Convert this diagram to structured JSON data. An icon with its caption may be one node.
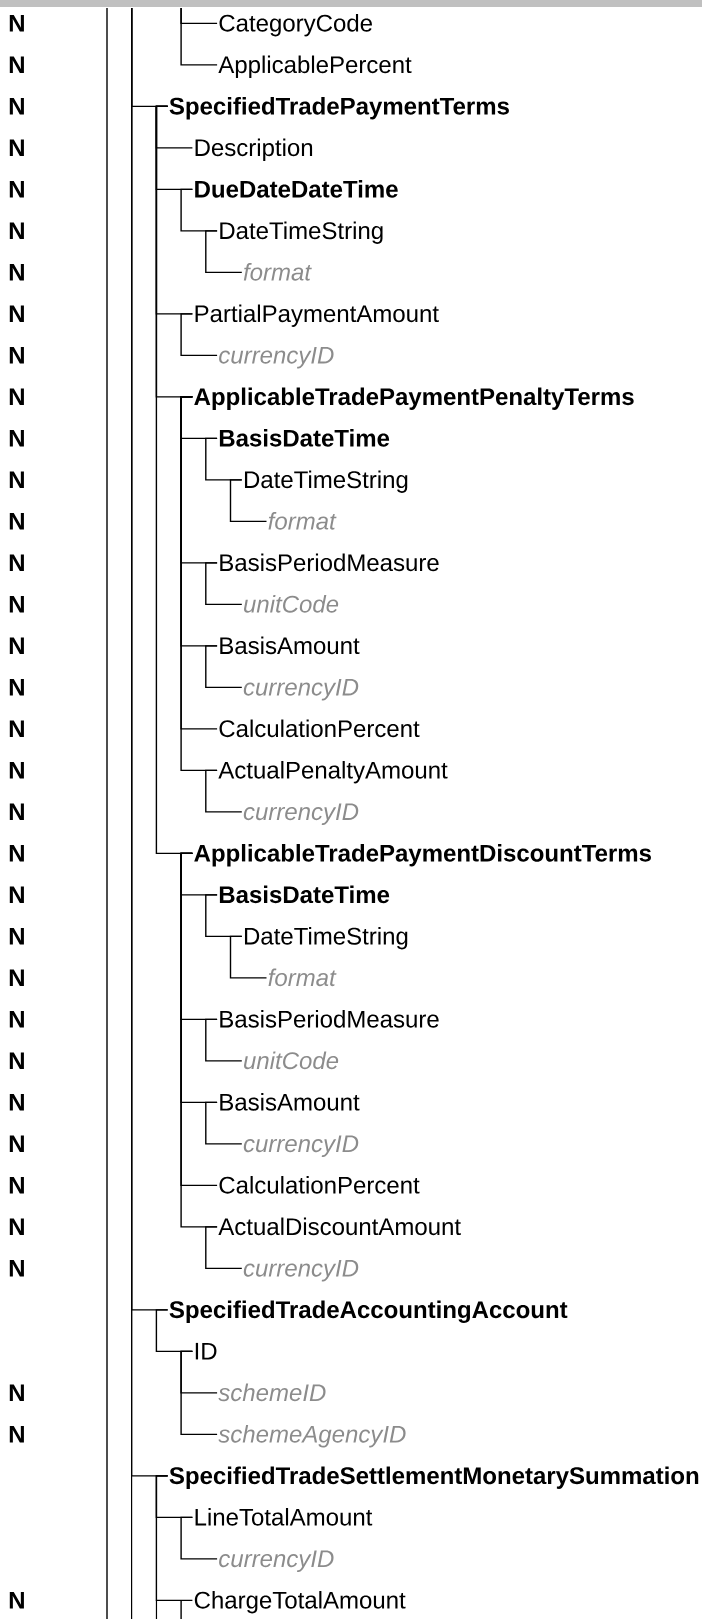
{
  "diagram": {
    "nodes": [
      {
        "text": [
          "CategoryCode"
        ]
      },
      {
        "text": [
          "ApplicablePercent"
        ]
      },
      {
        "text": [
          "SpecifiedTradePaymentTerms"
        ]
      },
      {
        "text": [
          "Description"
        ]
      },
      {
        "text": [
          "DueDateDateTime"
        ]
      },
      {
        "text": [
          "DateTimeString"
        ]
      },
      {
        "text": [
          "format"
        ]
      },
      {
        "text": [
          "PartialPaymentAmount"
        ]
      },
      {
        "text": [
          "currencyID"
        ]
      },
      {
        "text": [
          "ApplicableTradePaymentPenaltyTerms"
        ]
      },
      {
        "text": [
          "BasisDateTime"
        ]
      },
      {
        "text": [
          "DateTimeString"
        ]
      },
      {
        "text": [
          "format"
        ]
      },
      {
        "text": [
          "BasisPeriodMeasure"
        ]
      },
      {
        "text": [
          "unitCode"
        ]
      },
      {
        "text": [
          "BasisAmount"
        ]
      },
      {
        "text": [
          "currencyID"
        ]
      },
      {
        "text": [
          "CalculationPercent"
        ]
      },
      {
        "text": [
          "ActualPenaltyAmount"
        ]
      },
      {
        "text": [
          "currencyID"
        ]
      },
      {
        "text": [
          "ApplicableTradePaymentDiscountTerms"
        ]
      },
      {
        "text": [
          "BasisDateTime"
        ]
      },
      {
        "text": [
          "DateTimeString"
        ]
      },
      {
        "text": [
          "format"
        ]
      },
      {
        "text": [
          "BasisPeriodMeasure"
        ]
      },
      {
        "text": [
          "unitCode"
        ]
      },
      {
        "text": [
          "BasisAmount"
        ]
      },
      {
        "text": [
          "currencyID"
        ]
      },
      {
        "text": [
          "CalculationPercent"
        ]
      },
      {
        "text": [
          "ActualDiscountAmount"
        ]
      },
      {
        "text": [
          "currencyID"
        ]
      },
      {
        "text": [
          "SpecifiedTradeAccountingAccount"
        ]
      },
      {
        "text": [
          "ID"
        ]
      },
      {
        "text": [
          "schemeID"
        ]
      },
      {
        "text": [
          "schemeAgencyID"
        ]
      },
      {
        "text": [
          "SpecifiedTradeSettlementMonetarySummation"
        ]
      },
      {
        "text": [
          "LineTotalAmount"
        ]
      },
      {
        "text": [
          "currencyID"
        ]
      },
      {
        "text": [
          "ChargeTotalAmount"
        ]
      }
    ],
    "edges": [
      {
        "from": null,
        "to": 0,
        "arrow": "none"
      },
      {
        "from": null,
        "to": 1,
        "arrow": "none"
      },
      {
        "from": null,
        "to": 2,
        "arrow": "none"
      },
      {
        "from": 2,
        "to": 3,
        "arrow": "none"
      },
      {
        "from": 2,
        "to": 4,
        "arrow": "none"
      },
      {
        "from": 4,
        "to": 5,
        "arrow": "none"
      },
      {
        "from": 5,
        "to": 6,
        "arrow": "none"
      },
      {
        "from": 2,
        "to": 7,
        "arrow": "none"
      },
      {
        "from": 7,
        "to": 8,
        "arrow": "none"
      },
      {
        "from": 2,
        "to": 9,
        "arrow": "none"
      },
      {
        "from": 9,
        "to": 10,
        "arrow": "none"
      },
      {
        "from": 10,
        "to": 11,
        "arrow": "none"
      },
      {
        "from": 11,
        "to": 12,
        "arrow": "none"
      },
      {
        "from": 9,
        "to": 13,
        "arrow": "none"
      },
      {
        "from": 13,
        "to": 14,
        "arrow": "none"
      },
      {
        "from": 9,
        "to": 15,
        "arrow": "none"
      },
      {
        "from": 15,
        "to": 16,
        "arrow": "none"
      },
      {
        "from": 9,
        "to": 17,
        "arrow": "none"
      },
      {
        "from": 9,
        "to": 18,
        "arrow": "none"
      },
      {
        "from": 18,
        "to": 19,
        "arrow": "none"
      },
      {
        "from": 2,
        "to": 20,
        "arrow": "none"
      },
      {
        "from": 20,
        "to": 21,
        "arrow": "none"
      },
      {
        "from": 21,
        "to": 22,
        "arrow": "none"
      },
      {
        "from": 22,
        "to": 23,
        "arrow": "none"
      },
      {
        "from": 20,
        "to": 24,
        "arrow": "none"
      },
      {
        "from": 24,
        "to": 25,
        "arrow": "none"
      },
      {
        "from": 20,
        "to": 26,
        "arrow": "none"
      },
      {
        "from": 26,
        "to": 27,
        "arrow": "none"
      },
      {
        "from": 20,
        "to": 28,
        "arrow": "none"
      },
      {
        "from": 20,
        "to": 29,
        "arrow": "none"
      },
      {
        "from": 29,
        "to": 30,
        "arrow": "none"
      },
      {
        "from": null,
        "to": 31,
        "arrow": "none"
      },
      {
        "from": 31,
        "to": 32,
        "arrow": "none"
      },
      {
        "from": 32,
        "to": 33,
        "arrow": "none"
      },
      {
        "from": 32,
        "to": 34,
        "arrow": "none"
      },
      {
        "from": null,
        "to": 35,
        "arrow": "none"
      },
      {
        "from": 35,
        "to": 36,
        "arrow": "none"
      },
      {
        "from": 36,
        "to": 37,
        "arrow": "none"
      },
      {
        "from": 35,
        "to": 38,
        "arrow": "none"
      }
    ],
    "labels": [
      "N",
      "N",
      "N",
      "N",
      "N",
      "N",
      "N",
      "N",
      "N",
      "N",
      "N",
      "N",
      "N",
      "N",
      "N",
      "N",
      "N",
      "N",
      "N",
      "N",
      "N",
      "N",
      "N",
      "N",
      "N",
      "N",
      "N",
      "N",
      "N",
      "N",
      "N",
      "N",
      "N",
      "N"
    ]
  }
}
